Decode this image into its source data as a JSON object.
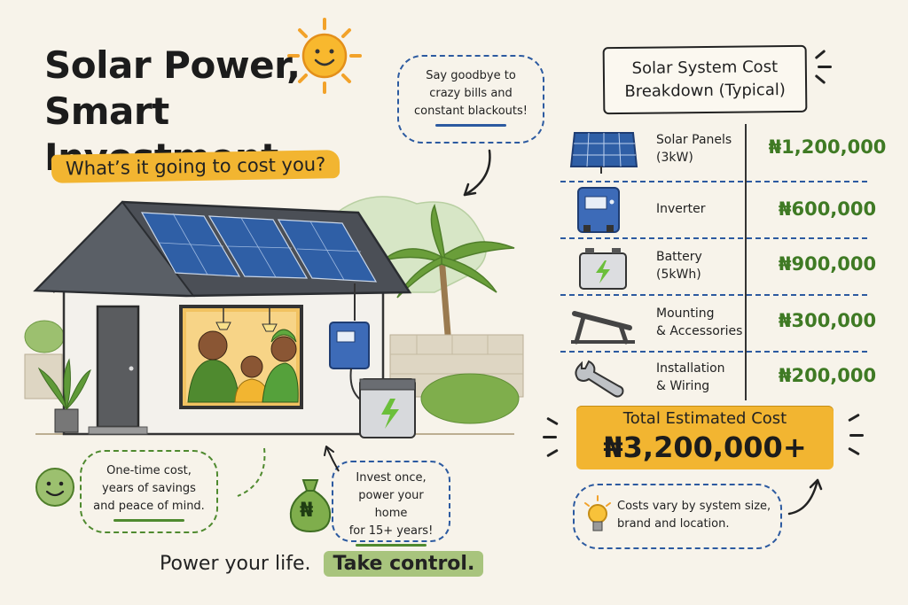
{
  "headline": {
    "line1": "Solar Power,",
    "line2": "Smart Investment.",
    "subtitle": "What’s it going to cost you?"
  },
  "bubbles": {
    "top": [
      "Say goodbye to",
      "crazy bills and",
      "constant blackouts!"
    ],
    "savings": [
      "One-time cost,",
      "years of savings",
      "and peace of mind."
    ],
    "invest": [
      "Invest once,",
      "power your home",
      "for 15+ years!"
    ],
    "note": [
      "Costs vary by system size,",
      "brand and location."
    ]
  },
  "money_bag_symbol": "₦",
  "breakdown": {
    "title_line1": "Solar System Cost",
    "title_line2": "Breakdown (Typical)",
    "items": [
      {
        "label_line1": "Solar Panels",
        "label_line2": "(3kW)",
        "amount": "₦1,200,000",
        "icon": "solar-panel-icon"
      },
      {
        "label_line1": "Inverter",
        "label_line2": "",
        "amount": "₦600,000",
        "icon": "inverter-icon"
      },
      {
        "label_line1": "Battery",
        "label_line2": "(5kWh)",
        "amount": "₦900,000",
        "icon": "battery-icon"
      },
      {
        "label_line1": "Mounting",
        "label_line2": "& Accessories",
        "amount": "₦300,000",
        "icon": "mounting-icon"
      },
      {
        "label_line1": "Installation",
        "label_line2": "& Wiring",
        "amount": "₦200,000",
        "icon": "wrench-icon"
      }
    ],
    "total_label": "Total Estimated Cost",
    "total_amount": "₦3,200,000+"
  },
  "tagline": {
    "part1": "Power your life.",
    "part2": "Take control."
  },
  "colors": {
    "accent_yellow": "#f2b531",
    "money_green": "#3f7a24",
    "dash_blue": "#2c5aa0",
    "tag_green": "#a8c47d"
  }
}
